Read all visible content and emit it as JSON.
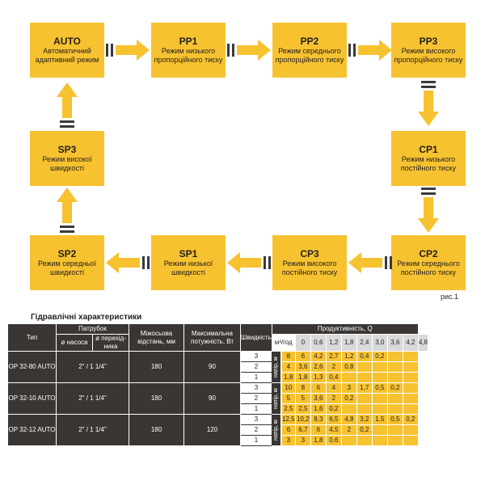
{
  "diagram": {
    "boxes": [
      {
        "code": "AUTO",
        "desc": "Автоматичний адаптивний режим"
      },
      {
        "code": "PP1",
        "desc": "Режим низького пропорційного тиску"
      },
      {
        "code": "PP2",
        "desc": "Режим середнього пропорційного тиску"
      },
      {
        "code": "PP3",
        "desc": "Режим високого пропорційного тиску"
      },
      {
        "code": "CP1",
        "desc": "Режим низького постійного тиску"
      },
      {
        "code": "CP2",
        "desc": "Режим середнього постійного тиску"
      },
      {
        "code": "CP3",
        "desc": "Режим високого постійного тиску"
      },
      {
        "code": "SP1",
        "desc": "Режим низької швидкості"
      },
      {
        "code": "SP2",
        "desc": "Режим середньої швидкості"
      },
      {
        "code": "SP3",
        "desc": "Режим високої швидкості"
      }
    ],
    "caption": "рис.1",
    "colors": {
      "box": "#f7c230",
      "bars": "#3a3a3a"
    }
  },
  "table": {
    "title": "Гідравлічні характеристики",
    "headers": {
      "type": "Тип",
      "nozzle": "Патрубок",
      "pump_d": "ø насоса",
      "adapter_d": "ø перехід-ника",
      "axis": "Міжосьова відстань, мм",
      "power": "Максимальна потужність, Вт",
      "speed": "Швидкість",
      "productivity": "Продуктивність, Q",
      "unit": "м³/год",
      "head_label": "напір, м"
    },
    "q_values": [
      "0",
      "0,6",
      "1,2",
      "1,8",
      "2,4",
      "3,0",
      "3,6",
      "4,2",
      "4,8"
    ],
    "rows": [
      {
        "type": "OP 32-80 AUTO",
        "nozzle": "2\" / 1 1/4\"",
        "axis": "180",
        "power": "90",
        "speeds": [
          {
            "s": "3",
            "v": [
              "8",
              "6",
              "4,2",
              "2,7",
              "1,2",
              "0,4",
              "0,2",
              "",
              ""
            ]
          },
          {
            "s": "2",
            "v": [
              "4",
              "3,6",
              "2,6",
              "2",
              "0,8",
              "",
              "",
              "",
              ""
            ]
          },
          {
            "s": "1",
            "v": [
              "1,8",
              "1,8",
              "1,3",
              "0,4",
              "",
              "",
              "",
              "",
              ""
            ]
          }
        ]
      },
      {
        "type": "OP 32-10 AUTO",
        "nozzle": "2\" / 1 1/4\"",
        "axis": "180",
        "power": "90",
        "speeds": [
          {
            "s": "3",
            "v": [
              "10",
              "8",
              "6",
              "4",
              "3",
              "1,7",
              "0,5",
              "0,2",
              ""
            ]
          },
          {
            "s": "2",
            "v": [
              "5",
              "5",
              "3,6",
              "2",
              "0,2",
              "",
              "",
              "",
              ""
            ]
          },
          {
            "s": "1",
            "v": [
              "2,5",
              "2,5",
              "1,6",
              "0,2",
              "",
              "",
              "",
              "",
              ""
            ]
          }
        ]
      },
      {
        "type": "OP 32-12 AUTO",
        "nozzle": "2\" / 1 1/4\"",
        "axis": "180",
        "power": "120",
        "speeds": [
          {
            "s": "3",
            "v": [
              "12,5",
              "10,2",
              "8,3",
              "6,5",
              "4,8",
              "3,2",
              "1,5",
              "0,5",
              "0,2"
            ]
          },
          {
            "s": "2",
            "v": [
              "6",
              "6,7",
              "6",
              "4,5",
              "2",
              "0,2",
              "",
              "",
              ""
            ]
          },
          {
            "s": "1",
            "v": [
              "3",
              "3",
              "1,8",
              "0,6",
              "",
              "",
              "",
              "",
              ""
            ]
          }
        ]
      }
    ]
  }
}
